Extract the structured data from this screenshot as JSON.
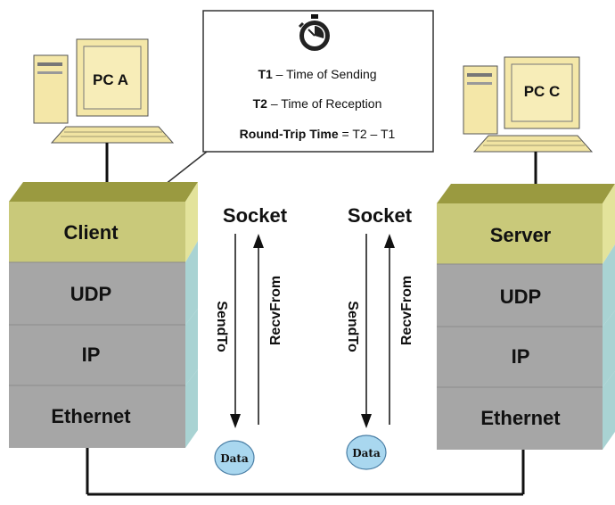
{
  "computers": {
    "left": "PC A",
    "right": "PC C"
  },
  "callout": {
    "icon": "stopwatch-icon",
    "t1_term": "T1",
    "t1_desc": " – Time of Sending",
    "t2_term": "T2",
    "t2_desc": " – Time of Reception",
    "rtt_term": "Round-Trip Time",
    "rtt_formula": " = T2 – T1"
  },
  "client_stack": [
    "Client",
    "UDP",
    "IP",
    "Ethernet"
  ],
  "server_stack": [
    "Server",
    "UDP",
    "IP",
    "Ethernet"
  ],
  "sockets": {
    "left": {
      "title": "Socket",
      "send": "SendTo",
      "recv": "RecvFrom",
      "data": "Data"
    },
    "right": {
      "title": "Socket",
      "send": "SendTo",
      "recv": "RecvFrom",
      "data": "Data"
    }
  },
  "colors": {
    "app_layer_front": "#c9c97a",
    "app_layer_side": "#e3e39b",
    "app_layer_top": "#9a9a40",
    "proto_layer_front": "#a6a6a6",
    "proto_layer_side": "#a9d3d3",
    "data_bubble": "#a9d7ef"
  }
}
